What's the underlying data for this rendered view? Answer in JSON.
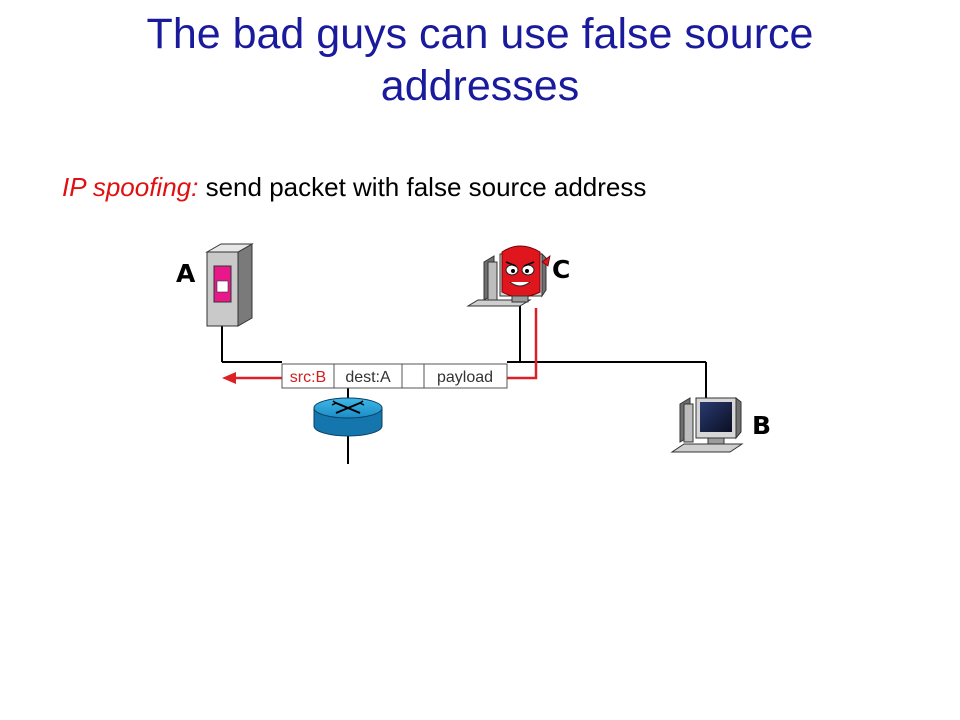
{
  "title": {
    "line1": "The bad guys can use false source",
    "line2": "addresses"
  },
  "bullet": {
    "term": "IP spoofing:",
    "text": "send packet with false source address"
  },
  "diagram": {
    "nodes": {
      "a": {
        "label": "A",
        "icon": "server-icon"
      },
      "c": {
        "label": "C",
        "icon": "evil-computer-icon"
      },
      "b": {
        "label": "B",
        "icon": "computer-icon"
      }
    },
    "router_icon": "router-icon",
    "packet": {
      "src": "src:B",
      "dest": "dest:A",
      "payload": "payload"
    },
    "colors": {
      "attack_path": "#dd1f26",
      "title": "#1a1a9c",
      "packet_src": "#d02020"
    }
  }
}
